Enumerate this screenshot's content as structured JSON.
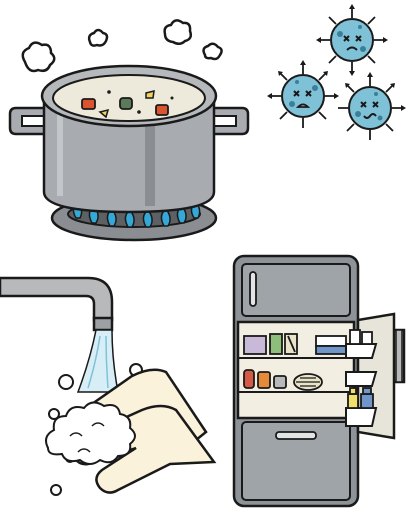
{
  "colors": {
    "outline": "#1a1a1a",
    "pot_body": "#a8acb0",
    "pot_shade": "#8a8e92",
    "soup": "#eeeadb",
    "carrot": "#d9542f",
    "potato": "#f0d35a",
    "greens": "#5a7a5a",
    "flame": "#35a8d8",
    "flame_inner": "#9bdcf5",
    "burner": "#8a8e92",
    "virus": "#7fc2d8",
    "virus_spots": "#3b7f98",
    "faucet": "#b7b9bb",
    "water": "#d7eef6",
    "hand": "#fbf2dc",
    "foam": "#ffffff",
    "fridge": "#8d9396",
    "fridge_inner": "#f2efe2",
    "milk": "#6f95c9",
    "juice": "#f0df6a",
    "jar_red": "#d55a45",
    "jar_orange": "#e58a3a",
    "box_purple": "#c9b9d9",
    "box_green": "#8dbf7a"
  },
  "scenes": [
    {
      "name": "cooking-pot-on-stove",
      "icons": [
        "steam-icon",
        "pot-icon",
        "flame-icon"
      ]
    },
    {
      "name": "germs",
      "icons": [
        "virus-icon",
        "virus-icon",
        "virus-icon"
      ]
    },
    {
      "name": "hand-washing",
      "icons": [
        "faucet-icon",
        "water-stream-icon",
        "hands-icon",
        "bubble-icon"
      ]
    },
    {
      "name": "open-refrigerator",
      "icons": [
        "refrigerator-icon",
        "food-container-icon",
        "bottle-icon"
      ]
    }
  ]
}
